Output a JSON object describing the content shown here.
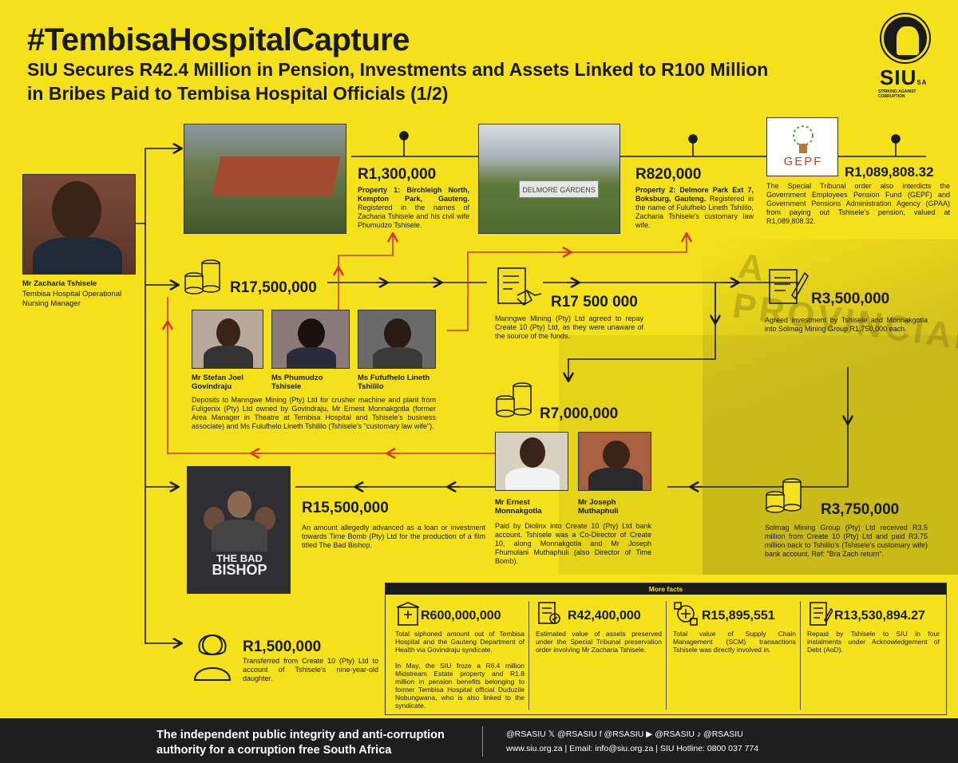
{
  "header": {
    "title": "#TembisaHospitalCapture",
    "subtitle": "SIU Secures R42.4 Million in Pension, Investments and Assets Linked to R100 Million in Bribes Paid to Tembisa Hospital Officials (1/2)"
  },
  "logo": {
    "text": "SIU",
    "suffix": "SA",
    "tagline": "STRIKING AGAINST CORRUPTION"
  },
  "person_main": {
    "name": "Mr Zacharia Tshisele",
    "role": "Tembisa Hospital Operational Nursing Manager"
  },
  "property1": {
    "amount": "R1,300,000",
    "desc_bold": "Property 1: Birchleigh North, Kempton Park, Gauteng.",
    "desc": " Registered in the names of Zacharia Tshisele and his civil wife Phumudzo Tshisele."
  },
  "property2": {
    "amount": "R820,000",
    "desc_bold": "Property 2: Delmore Park Ext 7, Boksburg, Gauteng.",
    "desc": " Registered in the name of Fulufhelo Lineth Tshililo, Zacharia Tshisele's customary law wife.",
    "sign_text": "DELMORE GARDENS"
  },
  "pension": {
    "amount": "R1,089,808.32",
    "logo_text": "GEPF",
    "desc": "The Special Tribunal order also interdicts the Government Employees Pension Fund (GEPF) and Government Pensions Administration Agency (GPAA) from paying out Tshisele's pension, valued at R1,089,808.32."
  },
  "deposits": {
    "amount": "R17,500,000",
    "people": [
      {
        "name": "Mr Stefan Joel Govindraju"
      },
      {
        "name": "Ms Phumudzo Tshisele"
      },
      {
        "name": "Ms Fufufhelo Lineth Tshililo"
      }
    ],
    "desc": "Deposits to Manngwe Mining (Pty) Ltd for crusher machine and plant from Fuligenix (Pty) Ltd owned by Govindraju, Mr Ernest Monnakgotla (former Area Manager in Theatre at Tembisa Hospital and Tshisele's business associate) and Ms Fulufhelo Lineth Tshililo (Tshisele's \"customary law wife\")."
  },
  "manngwe": {
    "amount": "R17 500 000",
    "desc": "Manngwe Mining (Pty) Ltd agreed to repay Create 10 (Pty) Ltd, as they were unaware of the source of the funds."
  },
  "solmag_invest": {
    "amount": "R3,500,000",
    "desc": "Agreed investment by Tshisele and Monnakgotla into Solmag Mining Group R1,750,000 each."
  },
  "diolinx": {
    "amount": "R7,000,000",
    "people": [
      {
        "name": "Mr Ernest Monnakgotla"
      },
      {
        "name": "Mr Joseph Muthaphuli"
      }
    ],
    "desc": "Paid by Diolinx into Create 10 (Pty) Ltd bank account. Tshisele was a Co-Director of Create 10, along Monnakgotla and Mr Joseph Fhumulani Muthaphuli (also Director of Time Bomb)."
  },
  "solmag_return": {
    "amount": "R3,750,000",
    "desc": "Solmag Mining Group (Pty) Ltd received R3.5 million from Create 10 (Pty) Ltd and paid R3.75 million back to Tshililo's (Tshisele's customary wife) bank account. Ref: \"Bra Zach return\"."
  },
  "film": {
    "amount": "R15,500,000",
    "poster_title_1": "THE BAD",
    "poster_title_2": "BISHOP",
    "desc": "An amount allegedly advanced as a loan or investment towards Time Bomb (Pty) Ltd for the production of a film titled The Bad Bishop."
  },
  "daughter": {
    "amount": "R1,500,000",
    "desc": "Transferred from Create 10 (Pty) Ltd to account of Tshisele's nine-year-old daughter."
  },
  "background_word": "A PROVINCIAL",
  "facts": {
    "header": "More facts",
    "items": [
      {
        "amount": "R600,000,000",
        "text": "Total siphoned amount out of Tembisa Hospital and the Gauteng Department of Health via Govindraju syndicate.",
        "text2": "In May, the SIU froze a R6.4 million Midstream Estate property and R1.8 million in pension benefits belonging to former Tembisa Hospital official Duduzile Nobungwana, who is also linked to the syndicate."
      },
      {
        "amount": "R42,400,000",
        "text": "Estimated value of assets preserved under the Special Tribunal preservation order involving Mr Zacharia Tshisele.",
        "text2": ""
      },
      {
        "amount": "R15,895,551",
        "text": "Total value of Supply Chain Management (SCM) transactions Tshisele was directly involved in.",
        "text2": ""
      },
      {
        "amount": "R13,530,894.27",
        "text": "Repaid by Tshisele to SIU in four instalments under Acknowledgement of Debt (AoD).",
        "text2": ""
      }
    ]
  },
  "footer": {
    "tagline": "The independent public integrity and anti-corruption authority for a corruption free South Africa",
    "social": "@RSASIU   𝕏 @RSASIU   f @RSASIU   ▶ @RSASIU   ♪ @RSASIU",
    "contact": "www.siu.org.za | Email: info@siu.org.za | SIU Hotline: 0800 037 774"
  },
  "colors": {
    "background": "#f5e11a",
    "arrow_black": "#1a1a1a",
    "arrow_red": "#d8372a",
    "footer": "#1e1e1e"
  }
}
